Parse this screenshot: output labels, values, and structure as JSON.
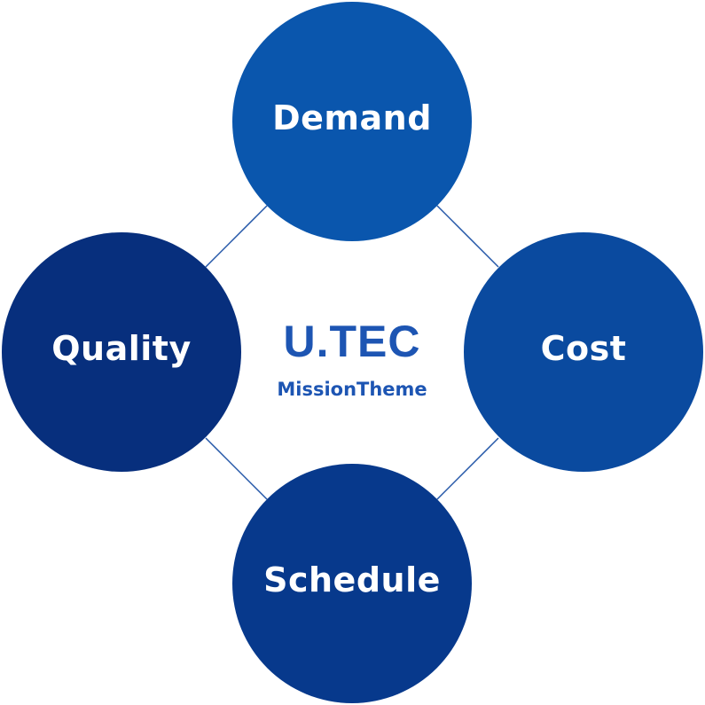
{
  "center": {
    "brand": "U.TEC",
    "subtitle": "MissionTheme"
  },
  "nodes": {
    "top": {
      "label": "Demand",
      "color": "#0a56ad"
    },
    "right": {
      "label": "Cost",
      "color": "#0a4a9f"
    },
    "bottom": {
      "label": "Schedule",
      "color": "#07398c"
    },
    "left": {
      "label": "Quality",
      "color": "#072f7d"
    }
  },
  "colors": {
    "connector": "#2457a8",
    "brand": "#1d55b3"
  }
}
